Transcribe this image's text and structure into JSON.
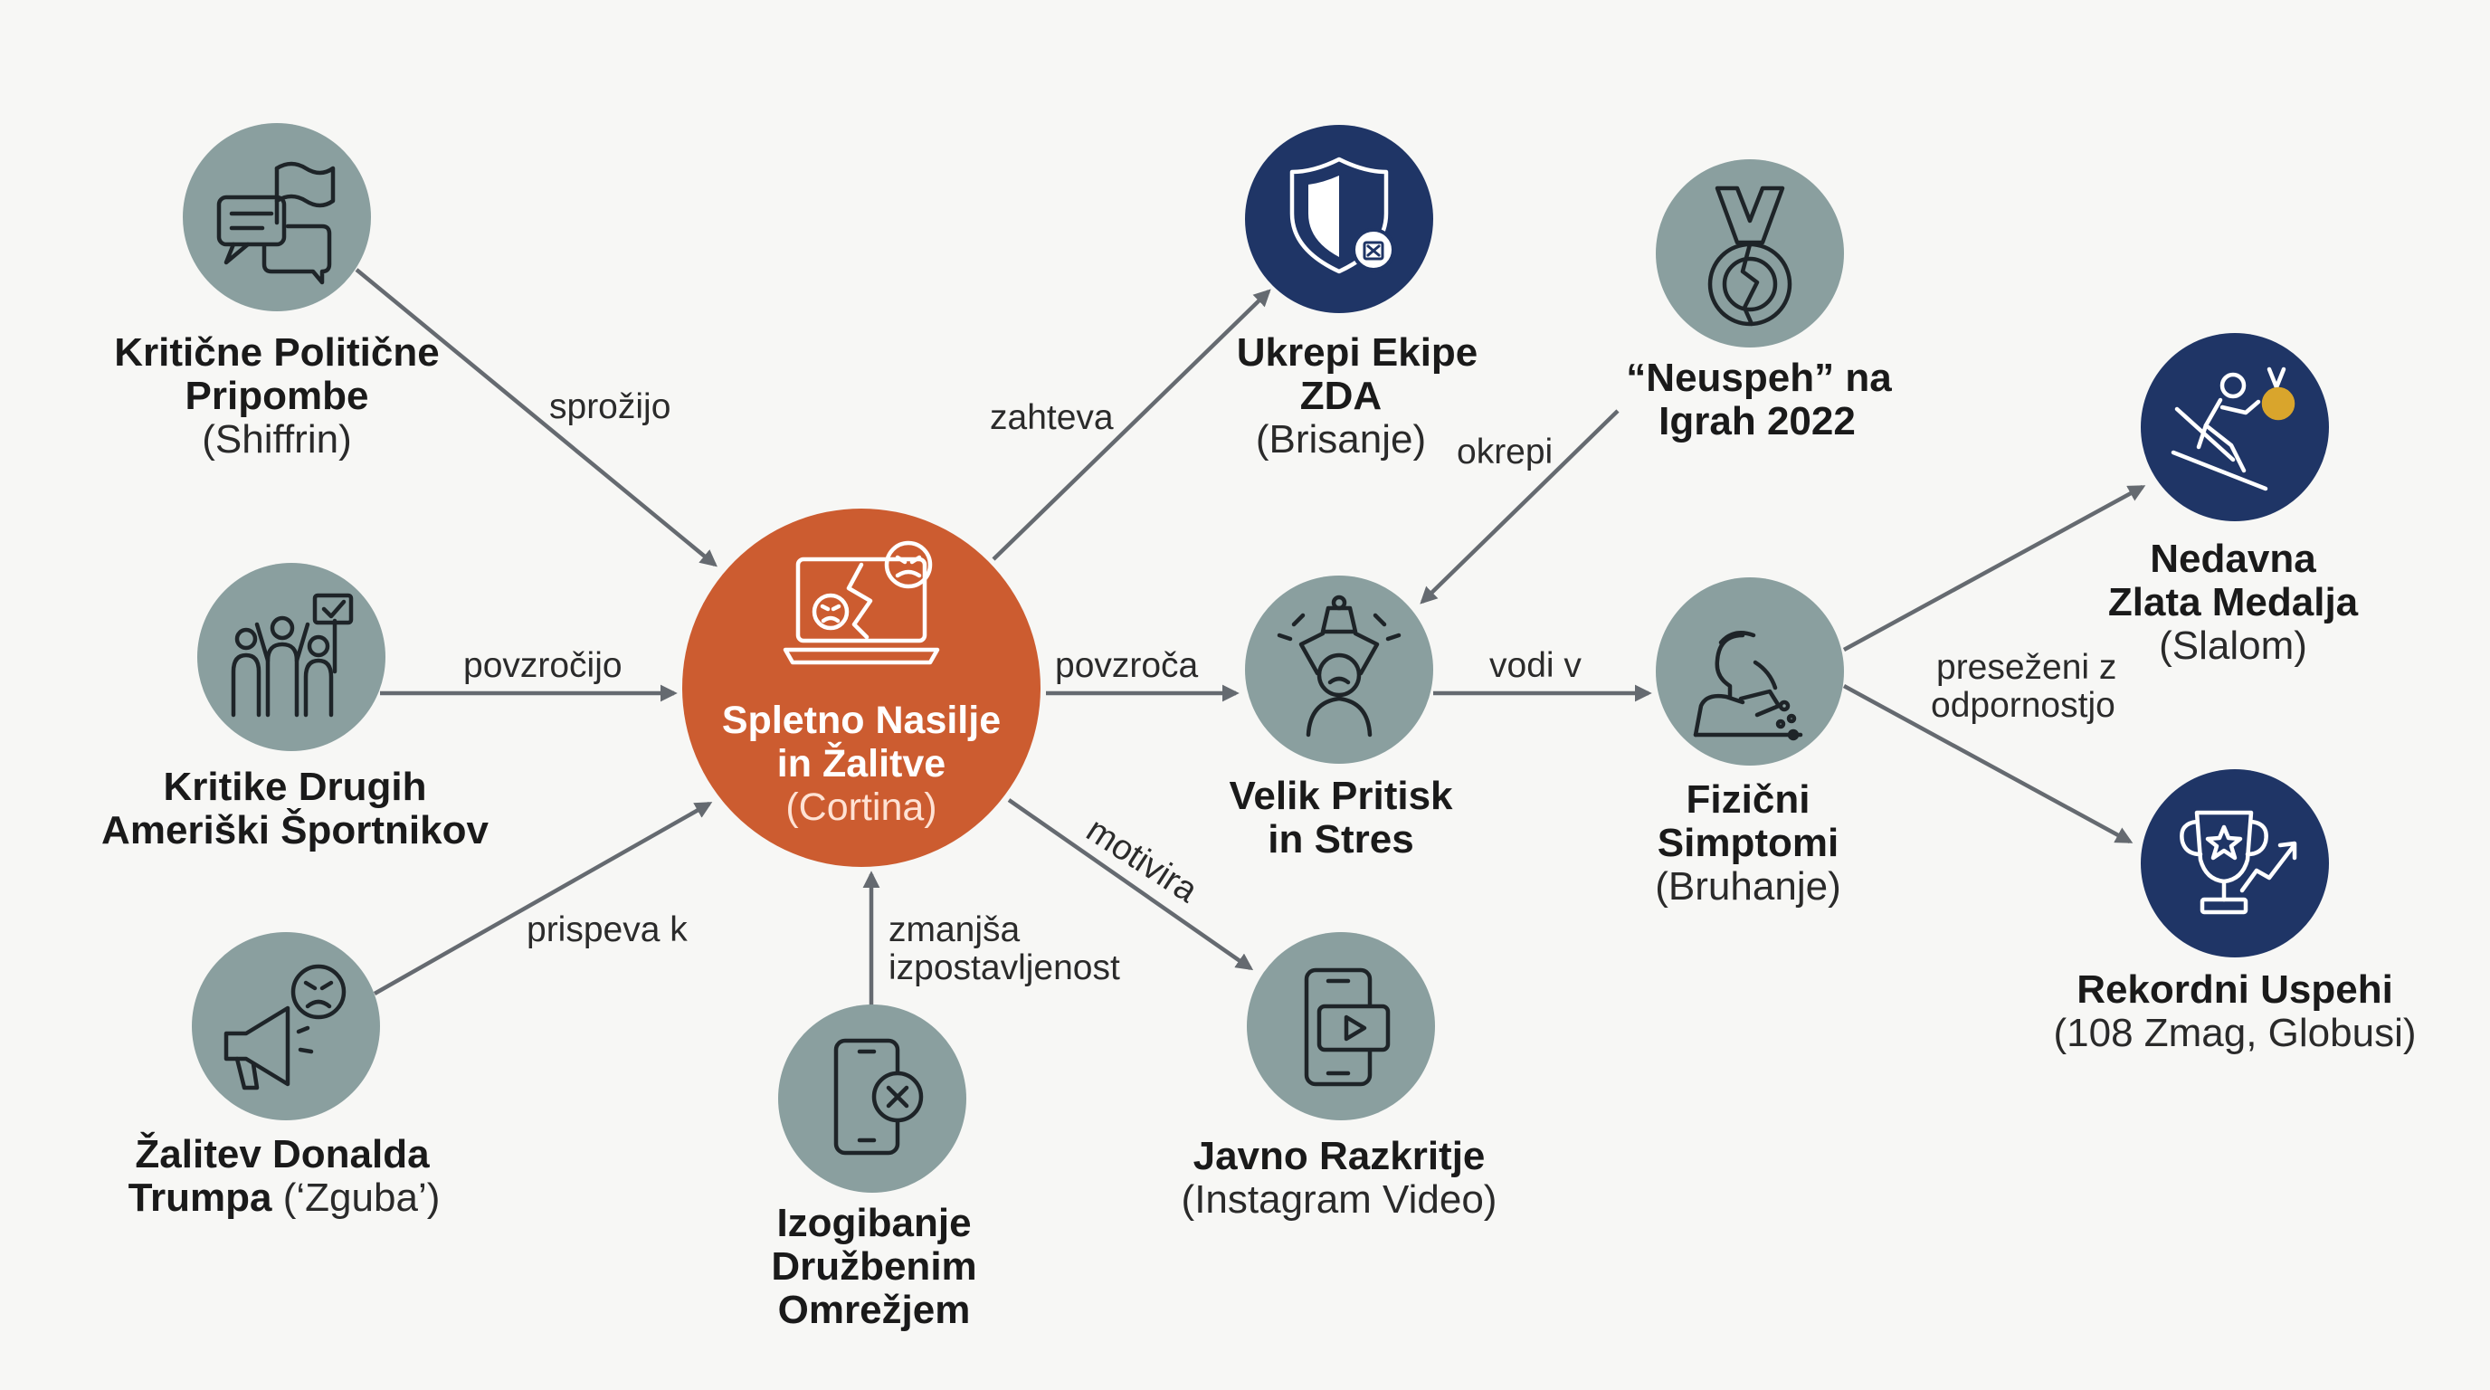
{
  "colors": {
    "background": "#f7f7f5",
    "grey_node": "#8a9f9f",
    "navy_node": "#1f3566",
    "center_node": "#cc5c30",
    "edge": "#656a70",
    "gold": "#d9a52c"
  },
  "nodes": {
    "criticism_political": {
      "line1": "Kritične Politične",
      "line2": "Pripombe",
      "line3": "(Shiffrin)",
      "icon": "speech-bubbles-flag-icon"
    },
    "criticism_athletes": {
      "line1": "Kritike Drugih",
      "line2": "Ameriški Športnikov",
      "icon": "protesters-sign-icon"
    },
    "trump_insult": {
      "line1": "Žalitev Donalda",
      "line2_bold": "Trumpa",
      "line2_normal": " (‘Zguba’)",
      "icon": "megaphone-angry-face-icon"
    },
    "center": {
      "line1": "Spletno Nasilje",
      "line2": "in Žalitve",
      "line3": "(Cortina)",
      "icon": "laptop-angry-faces-icon"
    },
    "avoid_social": {
      "line1": "Izogibanje",
      "line2": "Družbenim",
      "line3": "Omrežjem",
      "icon": "phone-blocked-icon"
    },
    "usa_team": {
      "line1": "Ukrepi Ekipe",
      "line2": "ZDA",
      "line3": "(Brisanje)",
      "icon": "shield-delete-icon"
    },
    "pressure": {
      "line1": "Velik Pritisk",
      "line2": "in Stres",
      "icon": "stressed-person-weight-icon"
    },
    "public_reveal": {
      "line1": "Javno Razkritje",
      "line2": "(Instagram Video)",
      "icon": "phone-video-icon"
    },
    "failure_2022": {
      "line1": "“Neuspeh” na",
      "line2": "Igrah 2022",
      "icon": "broken-medal-icon"
    },
    "physical": {
      "line1": "Fizični",
      "line2": "Simptomi",
      "line3": "(Bruhanje)",
      "icon": "vomiting-person-icon"
    },
    "gold_medal": {
      "line1": "Nedavna",
      "line2": "Zlata Medalja",
      "line3": "(Slalom)",
      "icon": "skier-medal-icon"
    },
    "record": {
      "line1": "Rekordni Uspehi",
      "line2": "(108 Zmag, Globusi)",
      "icon": "trophy-chart-icon"
    }
  },
  "edges": {
    "e1": "sprožijo",
    "e2": "povzročijo",
    "e3": "prispeva k",
    "e4a": "zmanjša",
    "e4b": "izpostavljenost",
    "e5": "zahteva",
    "e6": "povzroča",
    "e7": "motivira",
    "e8": "okrepi",
    "e9": "vodi v",
    "e10a": "preseženi z",
    "e10b": "odpornostjo"
  }
}
